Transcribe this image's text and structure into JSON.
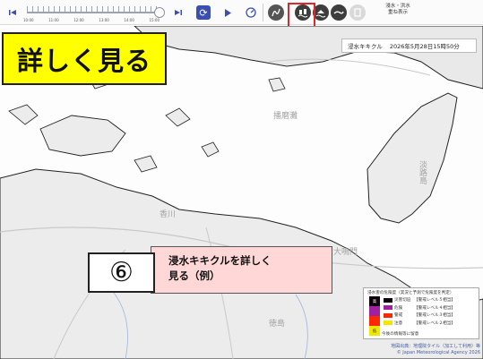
{
  "toolbar": {
    "skip_start_icon": "skip-start-icon",
    "timeline_times": [
      "10:00",
      "11:00",
      "12:00",
      "13:00",
      "14:00",
      "15:00"
    ],
    "step_icon": "step-forward-icon",
    "loop_icon": "loop-icon",
    "play_icon": "play-icon",
    "speed_icon": "speed-icon",
    "layer_buttons": [
      "river-layer-icon",
      "flood-layer-icon",
      "inundation-layer-icon",
      "sediment-layer-icon",
      "overlay-layer-icon"
    ],
    "layer_label": "浸水・洪水\n重ね表示"
  },
  "map": {
    "title": "浸水キキクル",
    "datetime": "2026年5月28日15時50分",
    "place_labels": [
      "淡路島",
      "播磨灘",
      "香川",
      "徳島",
      "大鳴門"
    ],
    "legend": {
      "title": "浸水害の危険度（実況と予測で危険度を判定）",
      "scale_top": "高",
      "scale_bottom": "低",
      "rows": [
        {
          "name": "災害切迫",
          "level": "【警戒レベル５相当】",
          "color": "#0c000c"
        },
        {
          "name": "危険",
          "level": "【警戒レベル４相当】",
          "color": "#a020a0"
        },
        {
          "name": "警戒",
          "level": "【警戒レベル３相当】",
          "color": "#ff2800"
        },
        {
          "name": "注意",
          "level": "【警戒レベル２相当】",
          "color": "#f2e700"
        }
      ],
      "note": "今後の情報等に留意"
    },
    "credits_line1": "地図出典：地理院タイル（加工して利用）等",
    "credits_line2": "© Japan Meteorological Agency 2026"
  },
  "annotations": {
    "big_label": "詳しく見る",
    "step_number": "⑥",
    "step_text_line1": "浸水キキクルを詳しく",
    "step_text_line2": "見る（例）"
  }
}
